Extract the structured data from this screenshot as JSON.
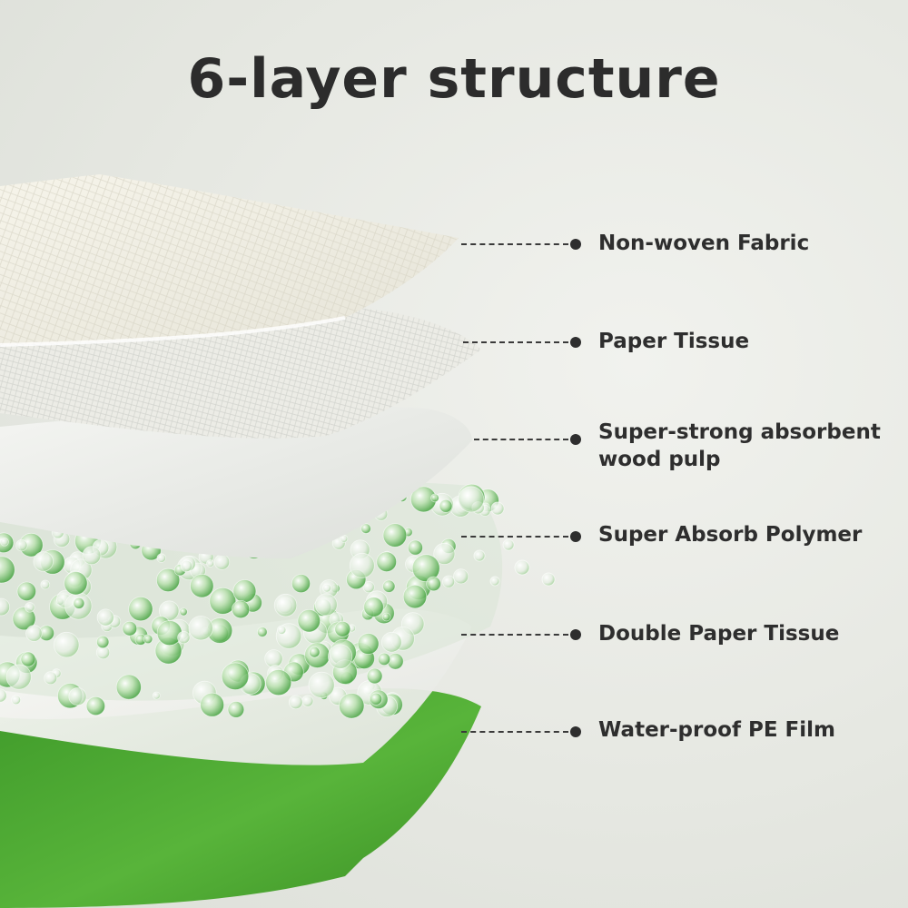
{
  "title": "6-layer structure",
  "layers": [
    {
      "label": "Non-woven Fabric"
    },
    {
      "label": "Paper Tissue"
    },
    {
      "label": "Super-strong absorbent",
      "label_line2": "wood pulp"
    },
    {
      "label": "Super Absorb Polymer"
    },
    {
      "label": "Double Paper Tissue"
    },
    {
      "label": "Water-proof PE Film"
    }
  ],
  "colors": {
    "background": "#e9ebe6",
    "text": "#2e2e2e",
    "film_green": "#4fae32",
    "polymer_green": "#5cb85a"
  }
}
